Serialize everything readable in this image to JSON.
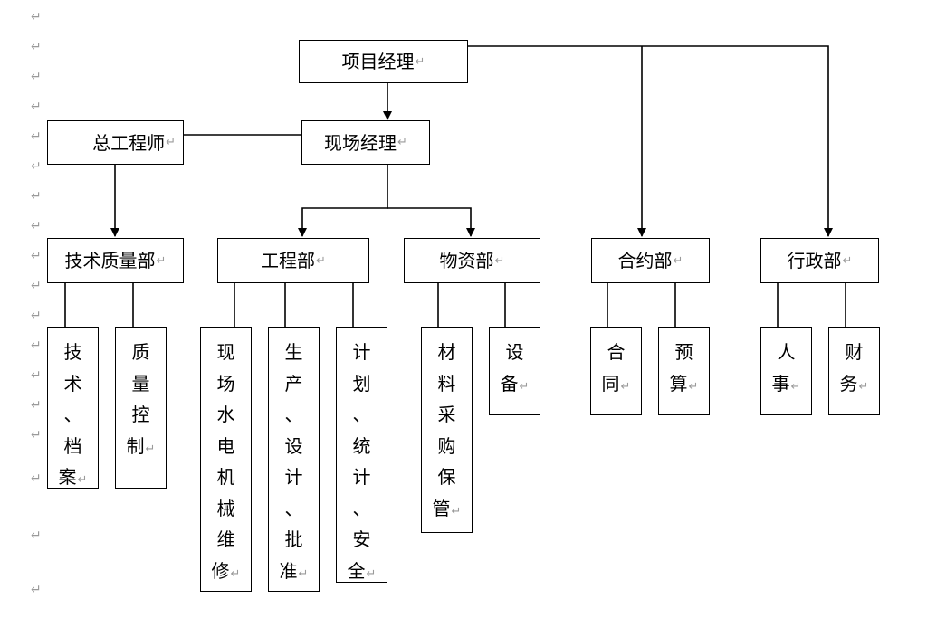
{
  "paragraph_mark": "↵",
  "nodes": {
    "project_manager": {
      "label": "项目经理"
    },
    "chief_engineer": {
      "label": "总工程师"
    },
    "site_manager": {
      "label": "现场经理"
    },
    "tech_quality": {
      "label": "技术质量部"
    },
    "engineering": {
      "label": "工程部"
    },
    "materials": {
      "label": "物资部"
    },
    "contracts": {
      "label": "合约部"
    },
    "admin": {
      "label": "行政部"
    }
  },
  "leaves": [
    {
      "name": "tech-archive",
      "chars": [
        "技",
        "术",
        "、",
        "档",
        "案"
      ]
    },
    {
      "name": "quality-control",
      "chars": [
        "质",
        "量",
        "控",
        "制"
      ]
    },
    {
      "name": "site-mep-maintenance",
      "chars": [
        "现",
        "场",
        "水",
        "电",
        "机",
        "械",
        "维",
        "修"
      ]
    },
    {
      "name": "production-design-approval",
      "chars": [
        "生",
        "产",
        "、",
        "设",
        "计",
        "、",
        "批",
        "准"
      ]
    },
    {
      "name": "planning-statistics-safety",
      "chars": [
        "计",
        "划",
        "、",
        "统",
        "计",
        "、",
        "安",
        "全"
      ]
    },
    {
      "name": "material-procurement-storage",
      "chars": [
        "材",
        "料",
        "采",
        "购",
        "保",
        "管"
      ]
    },
    {
      "name": "equipment",
      "chars": [
        "设",
        "备"
      ]
    },
    {
      "name": "contract",
      "chars": [
        "合",
        "同"
      ]
    },
    {
      "name": "budget",
      "chars": [
        "预",
        "算"
      ]
    },
    {
      "name": "personnel",
      "chars": [
        "人",
        "事"
      ]
    },
    {
      "name": "finance",
      "chars": [
        "财",
        "务"
      ]
    }
  ]
}
